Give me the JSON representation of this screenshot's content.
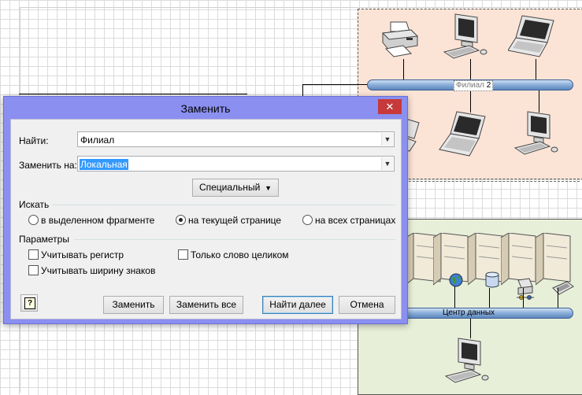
{
  "canvas": {
    "branch_bus_label": "Филиал",
    "branch_bus_label_num": "2",
    "datacenter_bus_label": "Центр данных"
  },
  "dialog": {
    "title": "Заменить",
    "close_glyph": "✕",
    "find_label": "Найти:",
    "find_value": "Филиал",
    "replace_label": "Заменить на:",
    "replace_value": "Локальная",
    "special_button": "Специальный",
    "search_group_title": "Искать",
    "search_options": [
      {
        "label": "в выделенном фрагменте",
        "selected": false
      },
      {
        "label": "на текущей странице",
        "selected": true
      },
      {
        "label": "на всех страницах",
        "selected": false
      }
    ],
    "params_group_title": "Параметры",
    "params": {
      "match_case": {
        "label": "Учитывать регистр",
        "checked": false
      },
      "match_width": {
        "label": "Учитывать ширину знаков",
        "checked": false
      },
      "whole_word": {
        "label": "Только слово целиком",
        "checked": false
      }
    },
    "buttons": {
      "replace": "Заменить",
      "replace_all": "Заменить все",
      "find_next": "Найти далее",
      "cancel": "Отмена"
    },
    "help_glyph": "?",
    "icons": {
      "close": "close-icon",
      "dropdown": "chevron-down-icon",
      "help": "help-icon"
    }
  },
  "colors": {
    "dialog_frame": "#8b8ff0",
    "branch_fill": "#fbe4d6",
    "datacenter_fill": "#e8efd9",
    "close_button": "#c7393a",
    "selection": "#3399ff"
  }
}
